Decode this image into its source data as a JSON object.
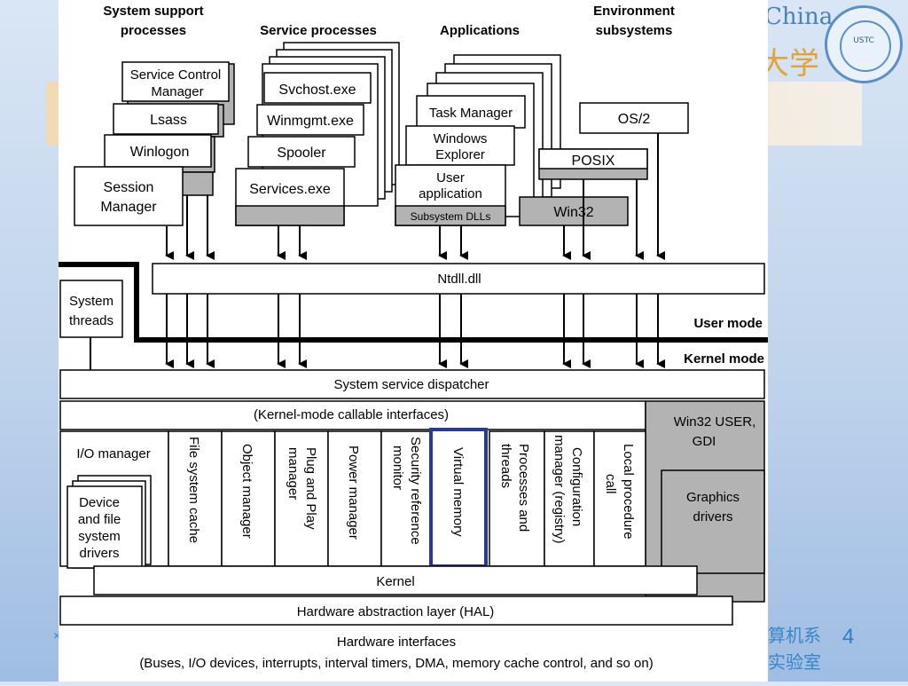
{
  "slide": {
    "brand_text": "China",
    "brand_cn": "大学",
    "seal_text": "USTC",
    "footer_cn_1": "算机系",
    "footer_cn_2": "实验室",
    "page_number": "4"
  },
  "diagram": {
    "headers": {
      "system_support_1": "System support",
      "system_support_2": "processes",
      "service_processes": "Service processes",
      "applications": "Applications",
      "environment_1": "Environment",
      "environment_2": "subsystems"
    },
    "system_support": {
      "scm_1": "Service Control",
      "scm_2": "Manager",
      "lsass": "Lsass",
      "winlogon": "Winlogon",
      "session_1": "Session",
      "session_2": "Manager"
    },
    "service": {
      "svchost": "Svchost.exe",
      "winmgmt": "Winmgmt.exe",
      "spooler": "Spooler",
      "services": "Services.exe"
    },
    "applications": {
      "task_manager": "Task Manager",
      "explorer_1": "Windows",
      "explorer_2": "Explorer",
      "user_app_1": "User",
      "user_app_2": "application",
      "subsystem_dlls": "Subsystem DLLs"
    },
    "environment": {
      "os2": "OS/2",
      "posix": "POSIX",
      "win32": "Win32"
    },
    "ntdll": "Ntdll.dll",
    "system_threads_1": "System",
    "system_threads_2": "threads",
    "user_mode": "User mode",
    "kernel_mode": "Kernel mode",
    "dispatcher": "System service dispatcher",
    "callable": "(Kernel-mode callable interfaces)",
    "win32_user_1": "Win32 USER,",
    "win32_user_2": "GDI",
    "graphics_1": "Graphics",
    "graphics_2": "drivers",
    "io_manager": "I/O manager",
    "device_1": "Device",
    "device_2": "and file",
    "device_3": "system",
    "device_4": "drivers",
    "executive": {
      "fs_cache": "File system cache",
      "object_manager": "Object manager",
      "pnp_1": "Plug and Play",
      "pnp_2": "manager",
      "power": "Power manager",
      "srm_1": "Security reference",
      "srm_2": "monitor",
      "vm": "Virtual memory",
      "proc_1": "Processes and",
      "proc_2": "threads",
      "config_1": "Configuration",
      "config_2": "manager (registry)",
      "lpc_1": "Local procedure",
      "lpc_2": "call"
    },
    "kernel": "Kernel",
    "hal": "Hardware abstraction layer (HAL)",
    "hw_interfaces": "Hardware interfaces",
    "hw_detail": "(Buses, I/O devices, interrupts, interval timers, DMA, memory cache control, and so on)"
  },
  "colors": {
    "gray_fill": "#b3b3b3",
    "highlight": "#2b3a8f"
  }
}
